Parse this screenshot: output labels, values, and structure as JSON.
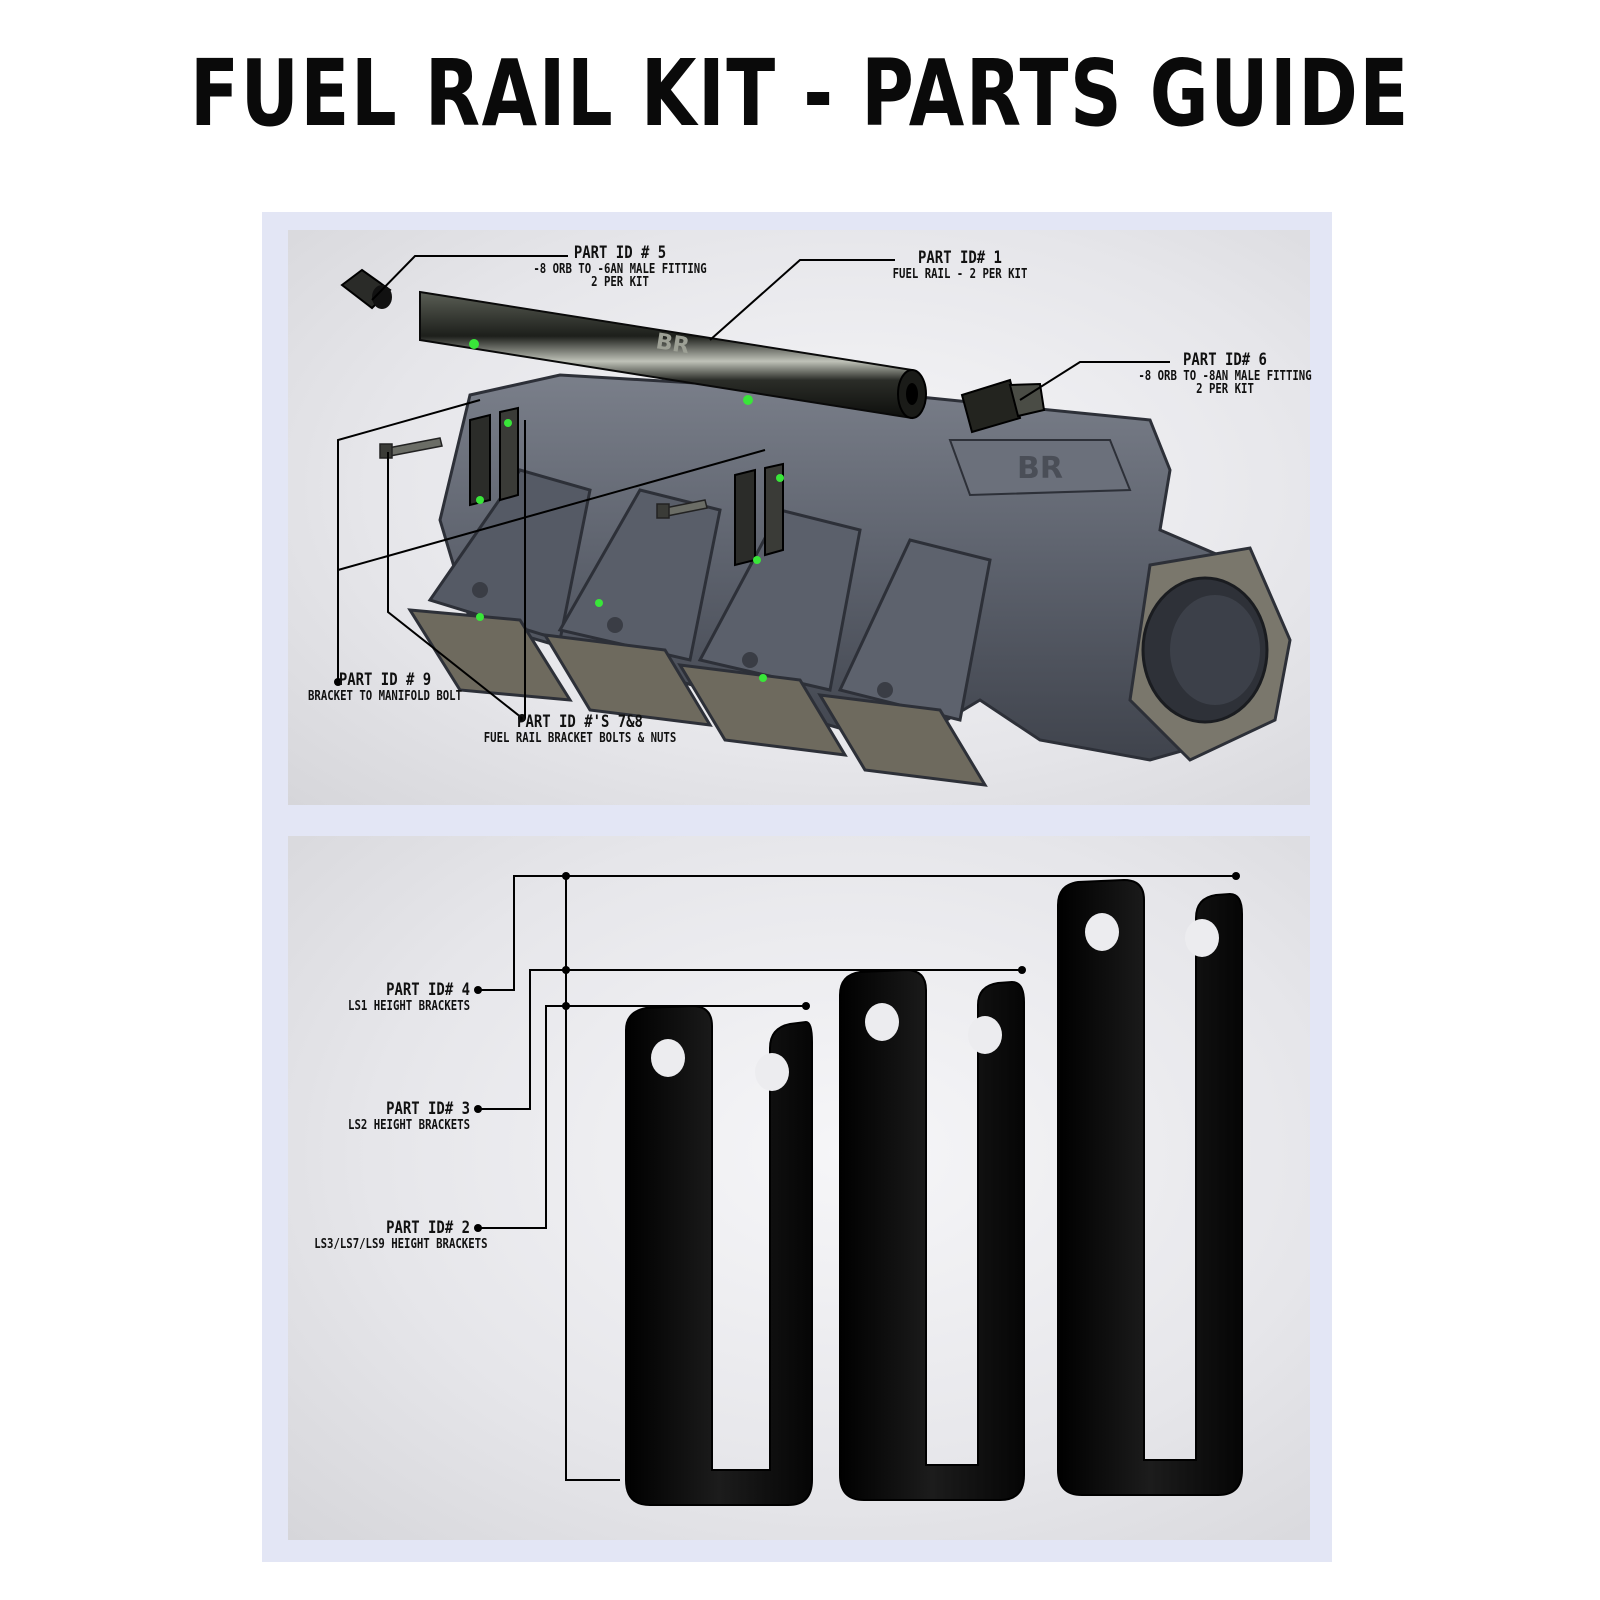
{
  "title": "FUEL RAIL KIT - PARTS GUIDE",
  "colors": {
    "manifold": "#5f6470",
    "bracket": "#0c0c0c",
    "accent_green": "#39e639",
    "frame": "#e3e6f5"
  },
  "parts": [
    {
      "id": "part-5",
      "heading": "PART ID # 5",
      "lines": [
        "-8 ORB TO -6AN MALE FITTING",
        "2 PER KIT"
      ]
    },
    {
      "id": "part-1",
      "heading": "PART ID# 1",
      "lines": [
        "FUEL RAIL - 2 PER KIT"
      ]
    },
    {
      "id": "part-6",
      "heading": "PART ID# 6",
      "lines": [
        "-8 ORB TO -8AN MALE FITTING",
        "2 PER KIT"
      ]
    },
    {
      "id": "part-9",
      "heading": "PART ID # 9",
      "lines": [
        "BRACKET TO MANIFOLD BOLT"
      ]
    },
    {
      "id": "part-7-8",
      "heading": "PART ID #'S 7&8",
      "lines": [
        "FUEL RAIL BRACKET BOLTS & NUTS"
      ]
    },
    {
      "id": "part-4",
      "heading": "PART ID# 4",
      "lines": [
        "LS1 HEIGHT BRACKETS"
      ]
    },
    {
      "id": "part-3",
      "heading": "PART ID# 3",
      "lines": [
        "LS2 HEIGHT BRACKETS"
      ]
    },
    {
      "id": "part-2",
      "heading": "PART ID# 2",
      "lines": [
        "LS3/LS7/LS9 HEIGHT BRACKETS"
      ]
    }
  ],
  "logo_text": "BR"
}
